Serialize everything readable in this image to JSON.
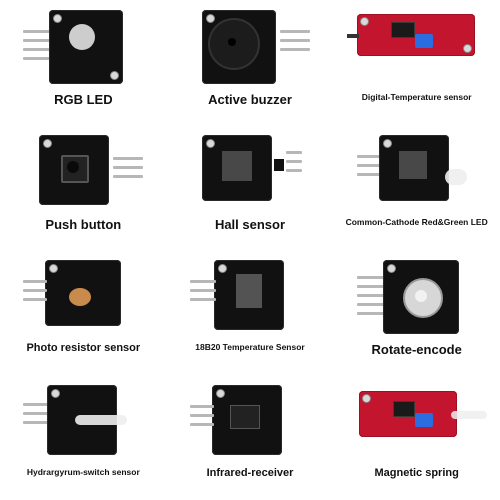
{
  "modules": [
    {
      "label": "RGB LED"
    },
    {
      "label": "Active buzzer"
    },
    {
      "label": "Digital-Temperature sensor"
    },
    {
      "label": "Push button"
    },
    {
      "label": "Hall sensor"
    },
    {
      "label": "Common-Cathode Red&Green LED"
    },
    {
      "label": "Photo resistor sensor"
    },
    {
      "label": "18B20 Temperature Sensor"
    },
    {
      "label": "Rotate-encode"
    },
    {
      "label": "Hydrargyrum-switch sensor"
    },
    {
      "label": "Infrared-receiver"
    },
    {
      "label": "Magnetic spring"
    }
  ],
  "colors": {
    "board_black": "#111111",
    "board_red": "#c3162e",
    "potentiometer_blue": "#2a6de0",
    "pin_silver": "#b7b7b7"
  }
}
